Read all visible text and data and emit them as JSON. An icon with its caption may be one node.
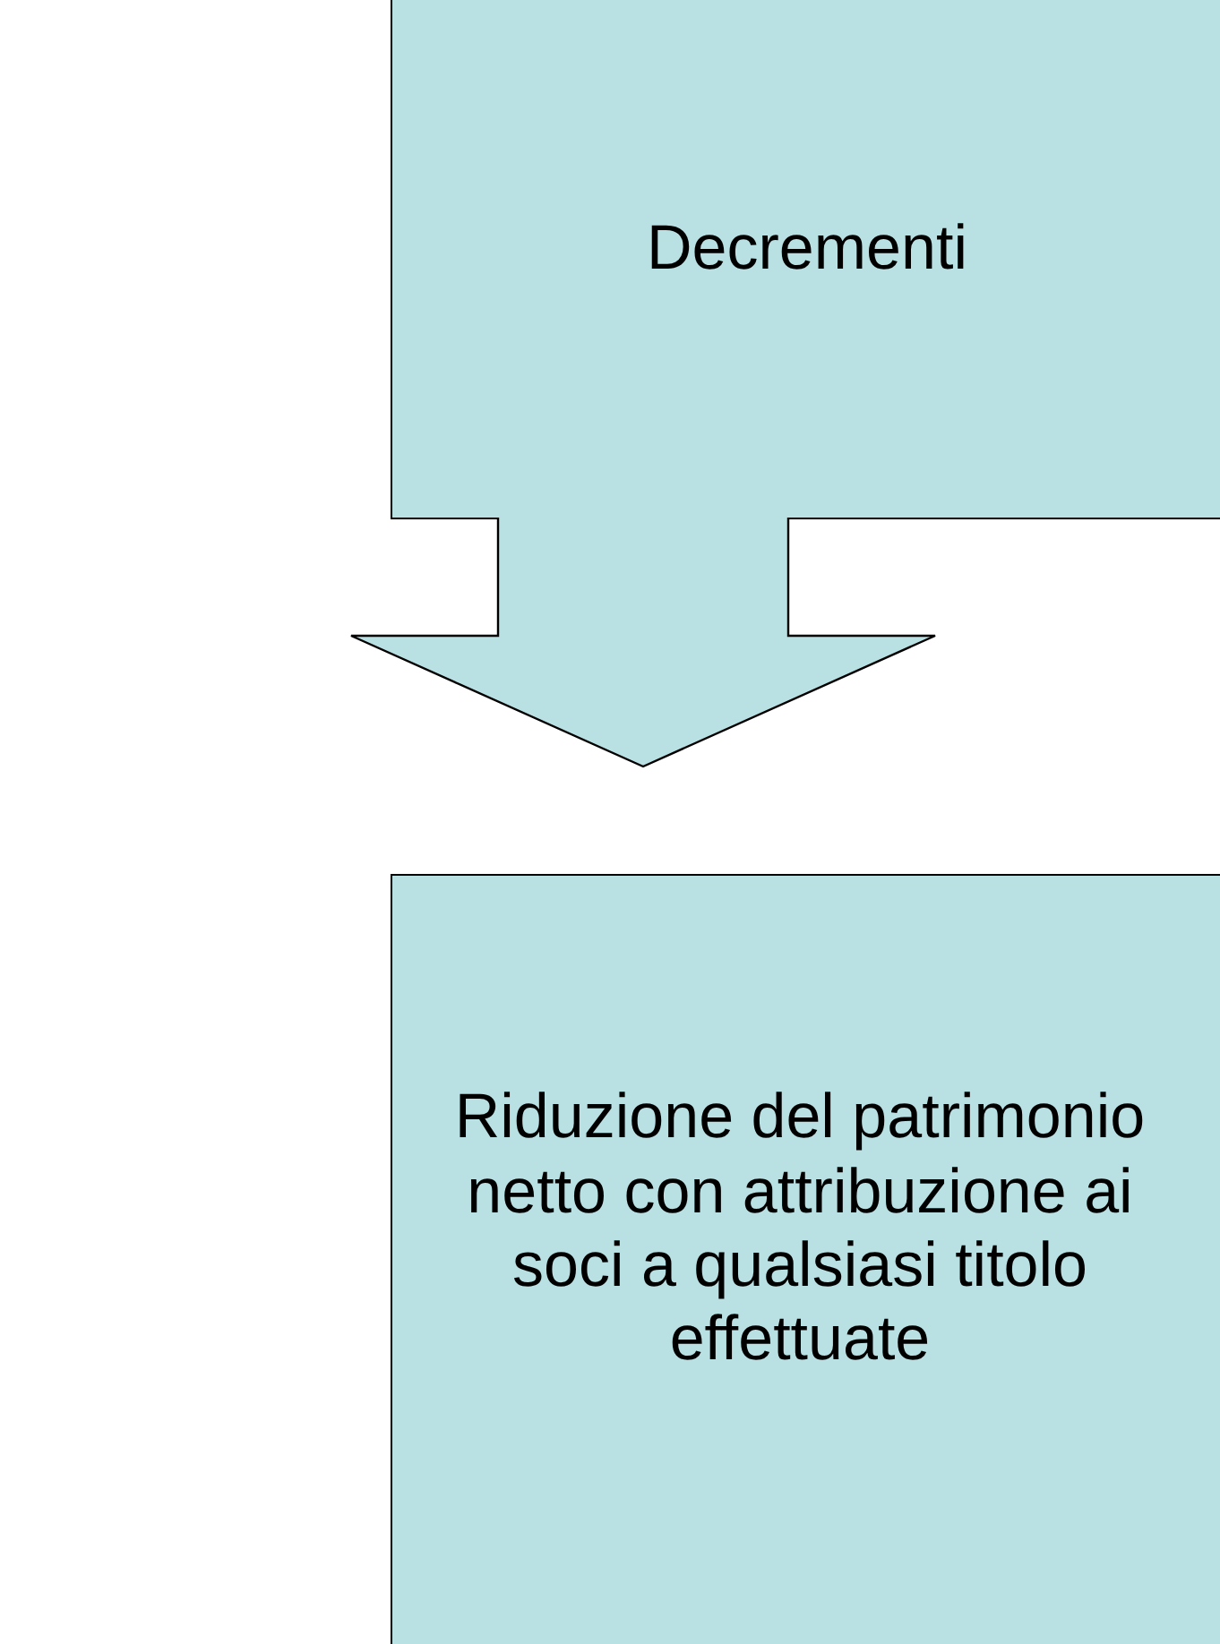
{
  "diagram": {
    "nodes": [
      {
        "text": [
          "Decrementi"
        ]
      },
      {
        "text": [
          "Riduzione del patrimonio netto con attribuzione ai soci a qualsiasi titolo effettuate"
        ]
      }
    ],
    "edges": [
      {
        "from": 0,
        "to": 1,
        "arrow": "to"
      }
    ]
  }
}
